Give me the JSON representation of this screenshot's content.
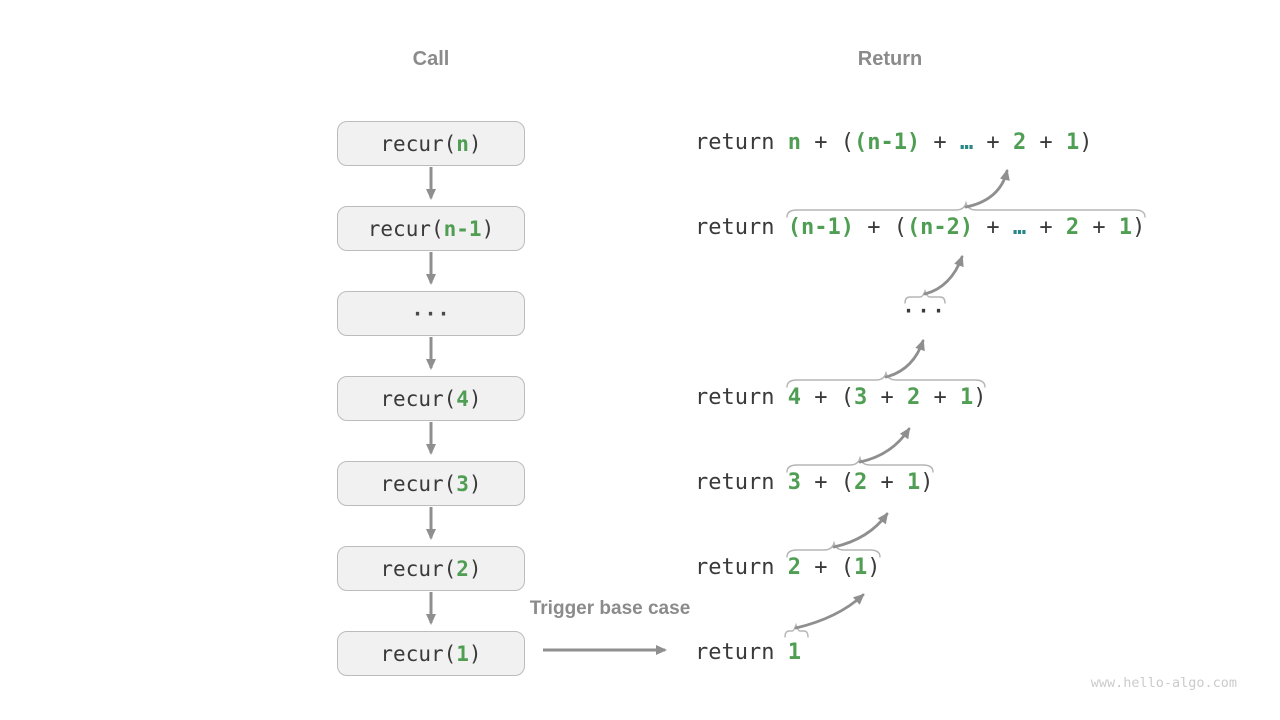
{
  "call_column": {
    "title": "Call",
    "boxes": [
      {
        "prefix": "recur(",
        "arg": "n",
        "suffix": ")"
      },
      {
        "prefix": "recur(",
        "arg": "n-1",
        "suffix": ")"
      },
      {
        "dots": "···"
      },
      {
        "prefix": "recur(",
        "arg": "4",
        "suffix": ")"
      },
      {
        "prefix": "recur(",
        "arg": "3",
        "suffix": ")"
      },
      {
        "prefix": "recur(",
        "arg": "2",
        "suffix": ")"
      },
      {
        "prefix": "recur(",
        "arg": "1",
        "suffix": ")"
      }
    ]
  },
  "return_column": {
    "title": "Return",
    "rows": [
      {
        "keyword": "return ",
        "segments": [
          {
            "t": "n"
          },
          {
            "t": " + ("
          },
          {
            "t": "(n-1)"
          },
          {
            "t": " + "
          },
          {
            "t": "…"
          },
          {
            "t": " + "
          },
          {
            "t": "2"
          },
          {
            "t": " + "
          },
          {
            "t": "1"
          },
          {
            "t": ")"
          }
        ]
      },
      {
        "keyword": "return ",
        "segments": [
          {
            "t": "(n-1)"
          },
          {
            "t": " + ("
          },
          {
            "t": "(n-2)"
          },
          {
            "t": " + "
          },
          {
            "t": "…"
          },
          {
            "t": " + "
          },
          {
            "t": "2"
          },
          {
            "t": " + "
          },
          {
            "t": "1"
          },
          {
            "t": ")"
          }
        ]
      },
      {
        "dots": "···"
      },
      {
        "keyword": "return ",
        "segments": [
          {
            "t": "4"
          },
          {
            "t": " + ("
          },
          {
            "t": "3"
          },
          {
            "t": " + "
          },
          {
            "t": "2"
          },
          {
            "t": " + "
          },
          {
            "t": "1"
          },
          {
            "t": ")"
          }
        ]
      },
      {
        "keyword": "return ",
        "segments": [
          {
            "t": "3"
          },
          {
            "t": " + ("
          },
          {
            "t": "2"
          },
          {
            "t": " + "
          },
          {
            "t": "1"
          },
          {
            "t": ")"
          }
        ]
      },
      {
        "keyword": "return ",
        "segments": [
          {
            "t": "2"
          },
          {
            "t": " + ("
          },
          {
            "t": "1"
          },
          {
            "t": ")"
          }
        ]
      },
      {
        "keyword": "return ",
        "segments": [
          {
            "t": "1"
          }
        ]
      }
    ]
  },
  "trigger_label": "Trigger base case",
  "watermark": "www.hello-algo.com",
  "colors": {
    "background": "#ffffff",
    "green_value": "#4f9e53",
    "teal_ellipsis": "#2a8787",
    "dark_text": "#3a3a3a",
    "arrow_gray": "#8f8f8f",
    "brace_gray": "#b5b5b5",
    "header_gray": "#8b8b8b",
    "box_fill": "#f1f1f1",
    "box_border": "#bcbcbc",
    "watermark_gray": "#cbcbcb"
  }
}
